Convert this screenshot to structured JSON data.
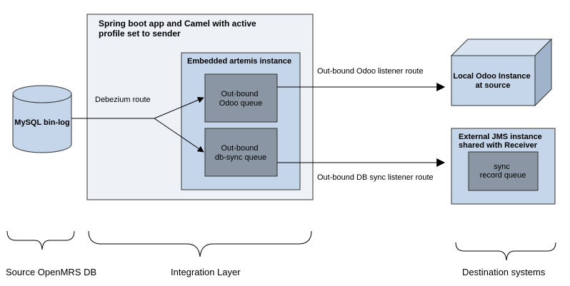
{
  "integration_box": {
    "title_lines": [
      "Spring boot app and Camel with active",
      "profile set to sender"
    ]
  },
  "artemis_box": {
    "title": "Embedded artemis instance"
  },
  "odoo_queue": {
    "lines": [
      "Out-bound",
      "Odoo queue"
    ]
  },
  "dbsync_queue": {
    "lines": [
      "Out-bound",
      "db-sync queue"
    ]
  },
  "mysql": {
    "label": "MySQL bin-log"
  },
  "debezium_route": {
    "label": "Debezium route"
  },
  "odoo_route": {
    "label": "Out-bound Odoo listener route"
  },
  "dbsync_route": {
    "label": "Out-bound DB sync listener route"
  },
  "local_odoo": {
    "lines": [
      "Local Odoo Instance",
      "at source"
    ]
  },
  "jms_box": {
    "title_lines": [
      "External JMS instance",
      "shared with Receiver"
    ]
  },
  "sync_queue": {
    "lines": [
      "sync",
      "record queue"
    ]
  },
  "sections": {
    "source": "Source OpenMRS DB",
    "integration": "Integration Layer",
    "destination": "Destination systems"
  },
  "colors": {
    "container_fill": "#eef2f7",
    "inner_fill": "#c5d6ea",
    "queue_fill": "#8a96a3",
    "stroke": "#333333"
  }
}
